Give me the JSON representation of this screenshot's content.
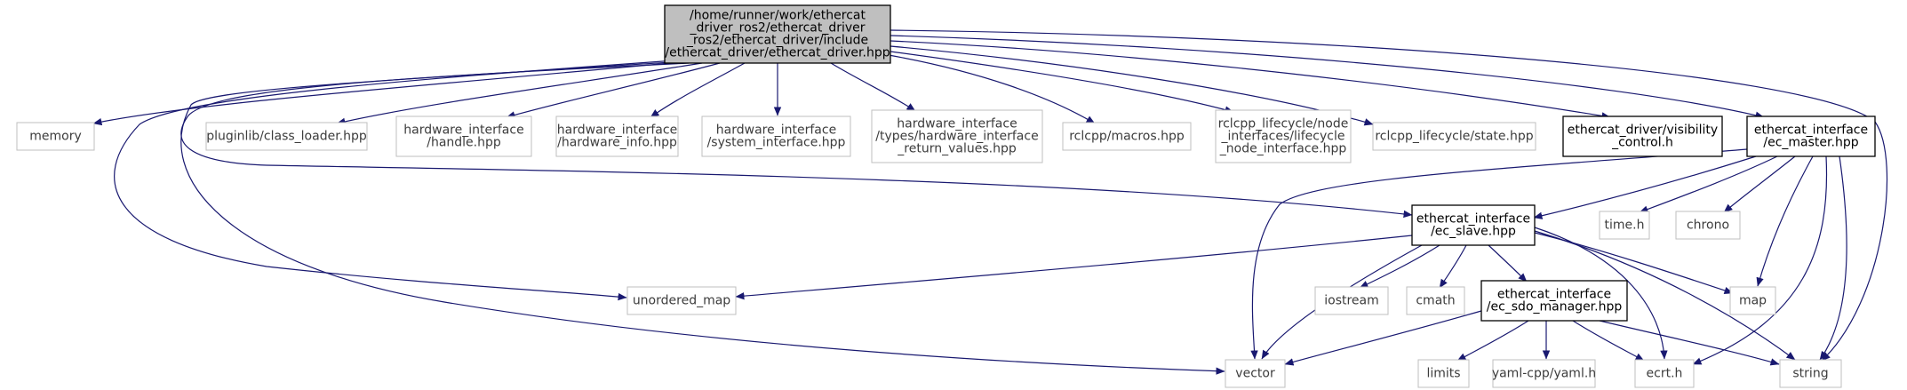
{
  "colors": {
    "edge": "#191970",
    "root_fill": "#bfbfbf",
    "root_stroke": "#000000",
    "local_stroke": "#000000",
    "system_stroke": "#bfbfbf",
    "text": "#000000",
    "system_text": "#3c3c3c"
  },
  "nodes": {
    "root": {
      "lines": [
        "/home/runner/work/ethercat",
        "_driver_ros2/ethercat_driver",
        "_ros2/ethercat_driver/include",
        "/ethercat_driver/ethercat_driver.hpp"
      ]
    },
    "memory": {
      "lines": [
        "memory"
      ]
    },
    "class_loader": {
      "lines": [
        "pluginlib/class_loader.hpp"
      ]
    },
    "handle": {
      "lines": [
        "hardware_interface",
        "/handle.hpp"
      ]
    },
    "hardware_info": {
      "lines": [
        "hardware_interface",
        "/hardware_info.hpp"
      ]
    },
    "system_interface": {
      "lines": [
        "hardware_interface",
        "/system_interface.hpp"
      ]
    },
    "hw_return_values": {
      "lines": [
        "hardware_interface",
        "/types/hardware_interface",
        "_return_values.hpp"
      ]
    },
    "macros": {
      "lines": [
        "rclcpp/macros.hpp"
      ]
    },
    "lifecycle_node_interface": {
      "lines": [
        "rclcpp_lifecycle/node",
        "_interfaces/lifecycle",
        "_node_interface.hpp"
      ]
    },
    "state": {
      "lines": [
        "rclcpp_lifecycle/state.hpp"
      ]
    },
    "visibility_control": {
      "lines": [
        "ethercat_driver/visibility",
        "_control.h"
      ]
    },
    "ec_master": {
      "lines": [
        "ethercat_interface",
        "/ec_master.hpp"
      ]
    },
    "ec_slave": {
      "lines": [
        "ethercat_interface",
        "/ec_slave.hpp"
      ]
    },
    "time_h": {
      "lines": [
        "time.h"
      ]
    },
    "chrono": {
      "lines": [
        "chrono"
      ]
    },
    "unordered_map": {
      "lines": [
        "unordered_map"
      ]
    },
    "iostream": {
      "lines": [
        "iostream"
      ]
    },
    "cmath": {
      "lines": [
        "cmath"
      ]
    },
    "ec_sdo_manager": {
      "lines": [
        "ethercat_interface",
        "/ec_sdo_manager.hpp"
      ]
    },
    "map": {
      "lines": [
        "map"
      ]
    },
    "vector": {
      "lines": [
        "vector"
      ]
    },
    "limits": {
      "lines": [
        "limits"
      ]
    },
    "yaml": {
      "lines": [
        "yaml-cpp/yaml.h"
      ]
    },
    "ecrt": {
      "lines": [
        "ecrt.h"
      ]
    },
    "string": {
      "lines": [
        "string"
      ]
    }
  }
}
